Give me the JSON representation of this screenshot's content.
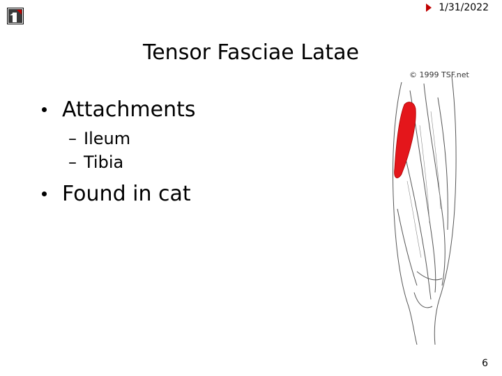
{
  "header": {
    "date": "1/31/2022"
  },
  "slide": {
    "title": "Tensor Fasciae Latae",
    "bullets": [
      {
        "text": "Attachments",
        "subitems": [
          "Ileum",
          "Tibia"
        ]
      },
      {
        "text": "Found in cat"
      }
    ],
    "image_credit": "© 1999 TSF.net",
    "page_number": "6"
  },
  "colors": {
    "accent": "#c00000",
    "muscle_highlight": "#e4161b"
  }
}
